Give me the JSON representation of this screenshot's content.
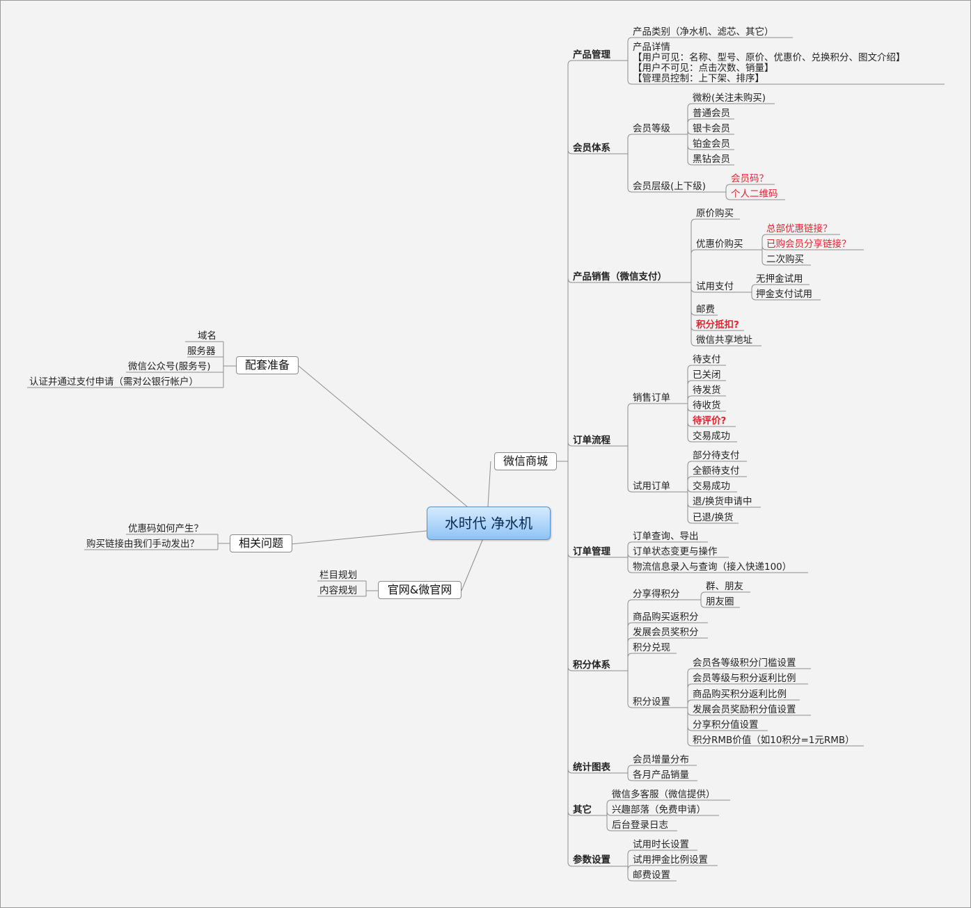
{
  "root": "水时代 净水机",
  "left": {
    "peitao": {
      "title": "配套准备",
      "items": [
        "域名",
        "服务器",
        "微信公众号(服务号)",
        "认证并通过支付申请（需对公银行帐户）"
      ]
    },
    "xiangguan": {
      "title": "相关问题",
      "items": [
        "优惠码如何产生？",
        "购买链接由我们手动发出？"
      ]
    },
    "guanwang": {
      "title": "官网&微官网",
      "items": [
        "栏目规划",
        "内容规划"
      ]
    }
  },
  "weixin": {
    "title": "微信商城",
    "chanpin_guanli": {
      "title": "产品管理",
      "category": "产品类别（净水机、滤芯、其它）",
      "detail": [
        "产品详情",
        "【用户可见：名称、型号、原价、优惠价、兑换积分、图文介绍】",
        "【用户不可见：点击次数、销量】",
        "【管理员控制：上下架、排序】"
      ]
    },
    "huiyuan": {
      "title": "会员体系",
      "level": {
        "title": "会员等级",
        "items": [
          "微粉(关注未购买)",
          "普通会员",
          "银卡会员",
          "铂金会员",
          "黑钻会员"
        ]
      },
      "layer": {
        "title": "会员层级(上下级)",
        "items": [
          "会员码？",
          "个人二维码"
        ]
      }
    },
    "xiaoshou": {
      "title": "产品销售（微信支付）",
      "yuanjia": "原价购买",
      "youhui": {
        "title": "优惠价购买",
        "items": [
          "总部优惠链接？",
          "已购会员分享链接？",
          "二次购买"
        ]
      },
      "shiyong": {
        "title": "试用支付",
        "items": [
          "无押金试用",
          "押金支付试用"
        ]
      },
      "youfei": "邮费",
      "jifen_dikou": "积分抵扣?",
      "dizhi": "微信共享地址"
    },
    "dingdan_liucheng": {
      "title": "订单流程",
      "sales": {
        "title": "销售订单",
        "items": [
          "待支付",
          "已关闭",
          "待发货",
          "待收货",
          "待评价?",
          "交易成功"
        ]
      },
      "trial": {
        "title": "试用订单",
        "items": [
          "部分待支付",
          "全额待支付",
          "交易成功",
          "退/换货申请中",
          "已退/换货"
        ]
      }
    },
    "dingdan_guanli": {
      "title": "订单管理",
      "items": [
        "订单查询、导出",
        "订单状态变更与操作",
        "物流信息录入与查询（接入快递100）"
      ]
    },
    "jifen": {
      "title": "积分体系",
      "share": {
        "title": "分享得积分",
        "items": [
          "群、朋友",
          "朋友圈"
        ]
      },
      "goumai": "商品购买返积分",
      "fazhan": "发展会员奖积分",
      "duihuan": "积分兑现",
      "setting": {
        "title": "积分设置",
        "items": [
          "会员各等级积分门槛设置",
          "会员等级与积分返利比例",
          "商品购买积分返利比例",
          "发展会员奖励积分值设置",
          "分享积分值设置",
          "积分RMB价值（如10积分=1元RMB）"
        ]
      }
    },
    "tongji": {
      "title": "统计图表",
      "items": [
        "会员增量分布",
        "各月产品销量"
      ]
    },
    "qita": {
      "title": "其它",
      "items": [
        "微信多客服（微信提供）",
        "兴趣部落（免费申请）",
        "后台登录日志"
      ]
    },
    "canshu": {
      "title": "参数设置",
      "items": [
        "试用时长设置",
        "试用押金比例设置",
        "邮费设置"
      ]
    }
  },
  "colors": {
    "line": "#8c8c8c",
    "red": "#e0242e",
    "root_top": "#d5ebff",
    "root_bottom": "#8ec3f5"
  }
}
